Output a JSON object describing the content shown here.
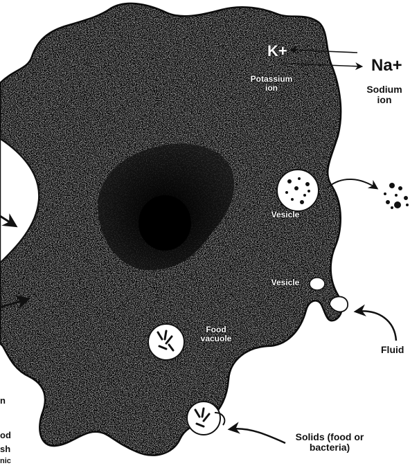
{
  "diagram": {
    "labels": {
      "potassium_symbol": "K+",
      "sodium_symbol": "Na+",
      "potassium_ion": "Potassium ion",
      "sodium_ion": "Sodium ion",
      "vesicle": "Vesicle",
      "vesicle_upper": "Vesicle",
      "food_vacuole": "Food vacuole",
      "fluid": "Fluid",
      "solids": "Solids (food or bacteria)",
      "cut_left_1": "n",
      "cut_left_2": "od",
      "cut_left_3": "sh",
      "cut_left_4": "nic"
    },
    "colors": {
      "cytoplasm": "#6d6d6d",
      "nucleus": "#1c1c1c",
      "vesicle_fill": "#ffffff",
      "ink": "#111111"
    }
  }
}
